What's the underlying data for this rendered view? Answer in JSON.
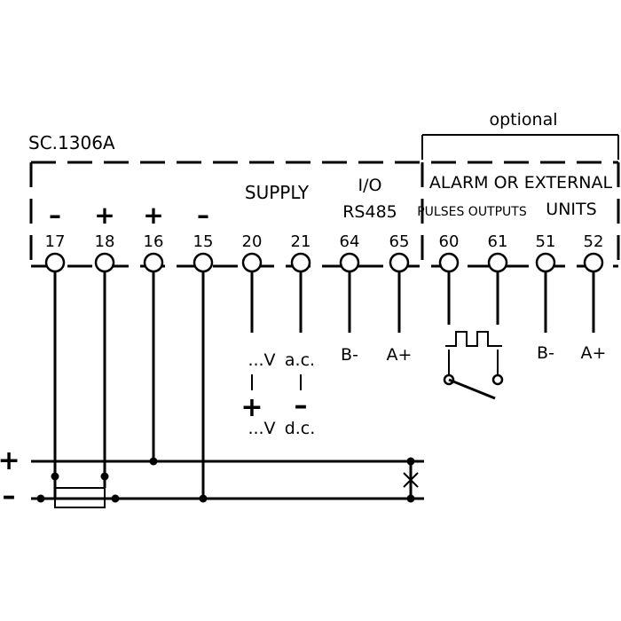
{
  "device_model": "SC.1306A",
  "optional_label": "optional",
  "group_labels": {
    "supply": "SUPPLY",
    "io": "I/O",
    "rs485": "RS485",
    "alarm_external": "ALARM OR EXTERNAL",
    "pulses_outputs": "PULSES OUTPUTS",
    "units": "UNITS"
  },
  "terminals": [
    {
      "number": "17",
      "polarity": "–"
    },
    {
      "number": "18",
      "polarity": "+"
    },
    {
      "number": "16",
      "polarity": "+"
    },
    {
      "number": "15",
      "polarity": "–"
    },
    {
      "number": "20",
      "polarity": ""
    },
    {
      "number": "21",
      "polarity": ""
    },
    {
      "number": "64",
      "polarity": ""
    },
    {
      "number": "65",
      "polarity": ""
    },
    {
      "number": "60",
      "polarity": ""
    },
    {
      "number": "61",
      "polarity": ""
    },
    {
      "number": "51",
      "polarity": ""
    },
    {
      "number": "52",
      "polarity": ""
    }
  ],
  "supply_labels": {
    "ac_v": "...V",
    "ac": "a.c.",
    "plus": "+",
    "minus": "–",
    "dc_v": "...V",
    "dc": "d.c."
  },
  "bus_labels": {
    "rs485_b": "B-",
    "rs485_a": "A+",
    "units_b": "B-",
    "units_a": "A+"
  },
  "line_labels": {
    "plus": "+",
    "minus": "–"
  }
}
